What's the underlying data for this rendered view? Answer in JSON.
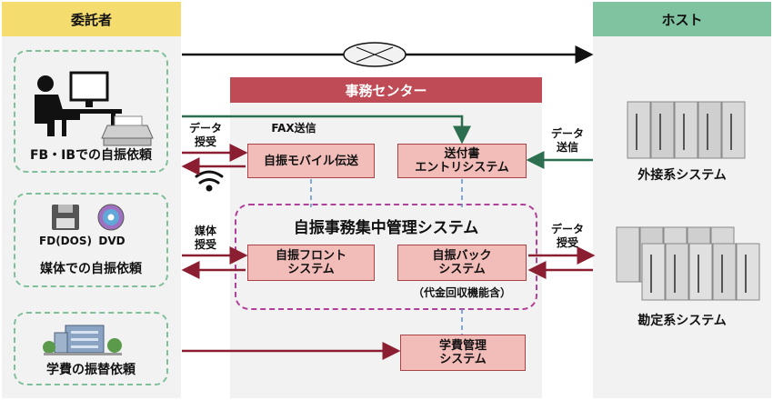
{
  "consignor": {
    "header": "委託者",
    "fb_ib_label": "FB・IBでの自振依頼",
    "media_fd_label": "FD(DOS)",
    "media_dvd_label": "DVD",
    "media_label": "媒体での自振依頼",
    "tuition_label": "学費の振替依頼"
  },
  "host": {
    "header": "ホスト",
    "external_label": "外接系システム",
    "accounting_label": "勘定系システム"
  },
  "center": {
    "header": "事務センター",
    "mobile_line1": "自振モバイル伝送",
    "invoice_line1": "送付書",
    "invoice_line2": "エントリシステム",
    "central_title": "自振事務集中管理システム",
    "front_line1": "自振フロント",
    "front_line2": "システム",
    "back_line1": "自振バック",
    "back_line2": "システム",
    "back_note": "（代金回収機能含）",
    "tuition_line1": "学費管理",
    "tuition_line2": "システム"
  },
  "flows": {
    "data_exchange_left_1": "データ",
    "data_exchange_left_2": "授受",
    "fax_send": "FAX送信",
    "data_send_1": "データ",
    "data_send_2": "送信",
    "media_exchange_1": "媒体",
    "media_exchange_2": "授受",
    "data_exchange_right_1": "データ",
    "data_exchange_right_2": "授受"
  },
  "colors": {
    "consignor_header": "#f5dc6e",
    "center_header": "#be4b55",
    "host_header": "#7fc3a0",
    "arrow_red": "#8c1e32",
    "arrow_green": "#2e6e50",
    "dashed_magenta": "#b0409a",
    "system_box": "#f2bcb8"
  }
}
